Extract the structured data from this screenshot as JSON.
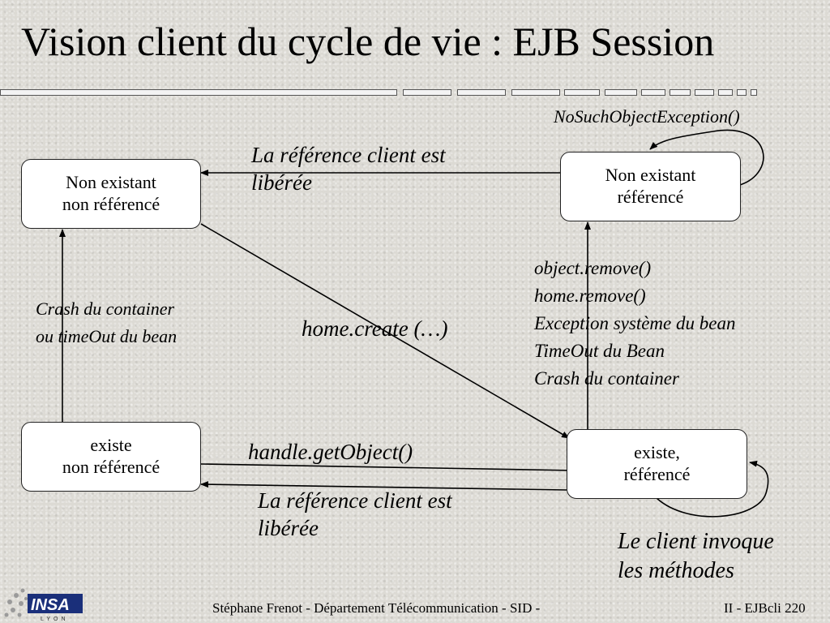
{
  "title": "Vision client du cycle de vie : EJB Session",
  "states": {
    "s1": [
      "Non existant",
      "non référencé"
    ],
    "s2": [
      "Non existant",
      "référencé"
    ],
    "s3": [
      "existe",
      "non référencé"
    ],
    "s4": [
      "existe,",
      "référencé"
    ]
  },
  "labels": {
    "nosuch": "NoSuchObjectException()",
    "release_top": [
      "La référence client est",
      "libérée"
    ],
    "home_create": "home.create (…)",
    "crash": [
      "Crash du container",
      "ou timeOut du bean"
    ],
    "remove_list": [
      "object.remove()",
      "home.remove()",
      "Exception système du bean",
      "TimeOut du Bean",
      "Crash du container"
    ],
    "get_object": "handle.getObject()",
    "release_bottom": [
      "La référence client est",
      "libérée"
    ],
    "client_invoke": [
      "Le client invoque",
      "les méthodes"
    ]
  },
  "footer": {
    "text": "Stéphane Frenot - Département Télécommunication - SID -",
    "page": "II - EJBcli 220"
  },
  "logo": {
    "text": "INSA",
    "sub": "LYON"
  }
}
